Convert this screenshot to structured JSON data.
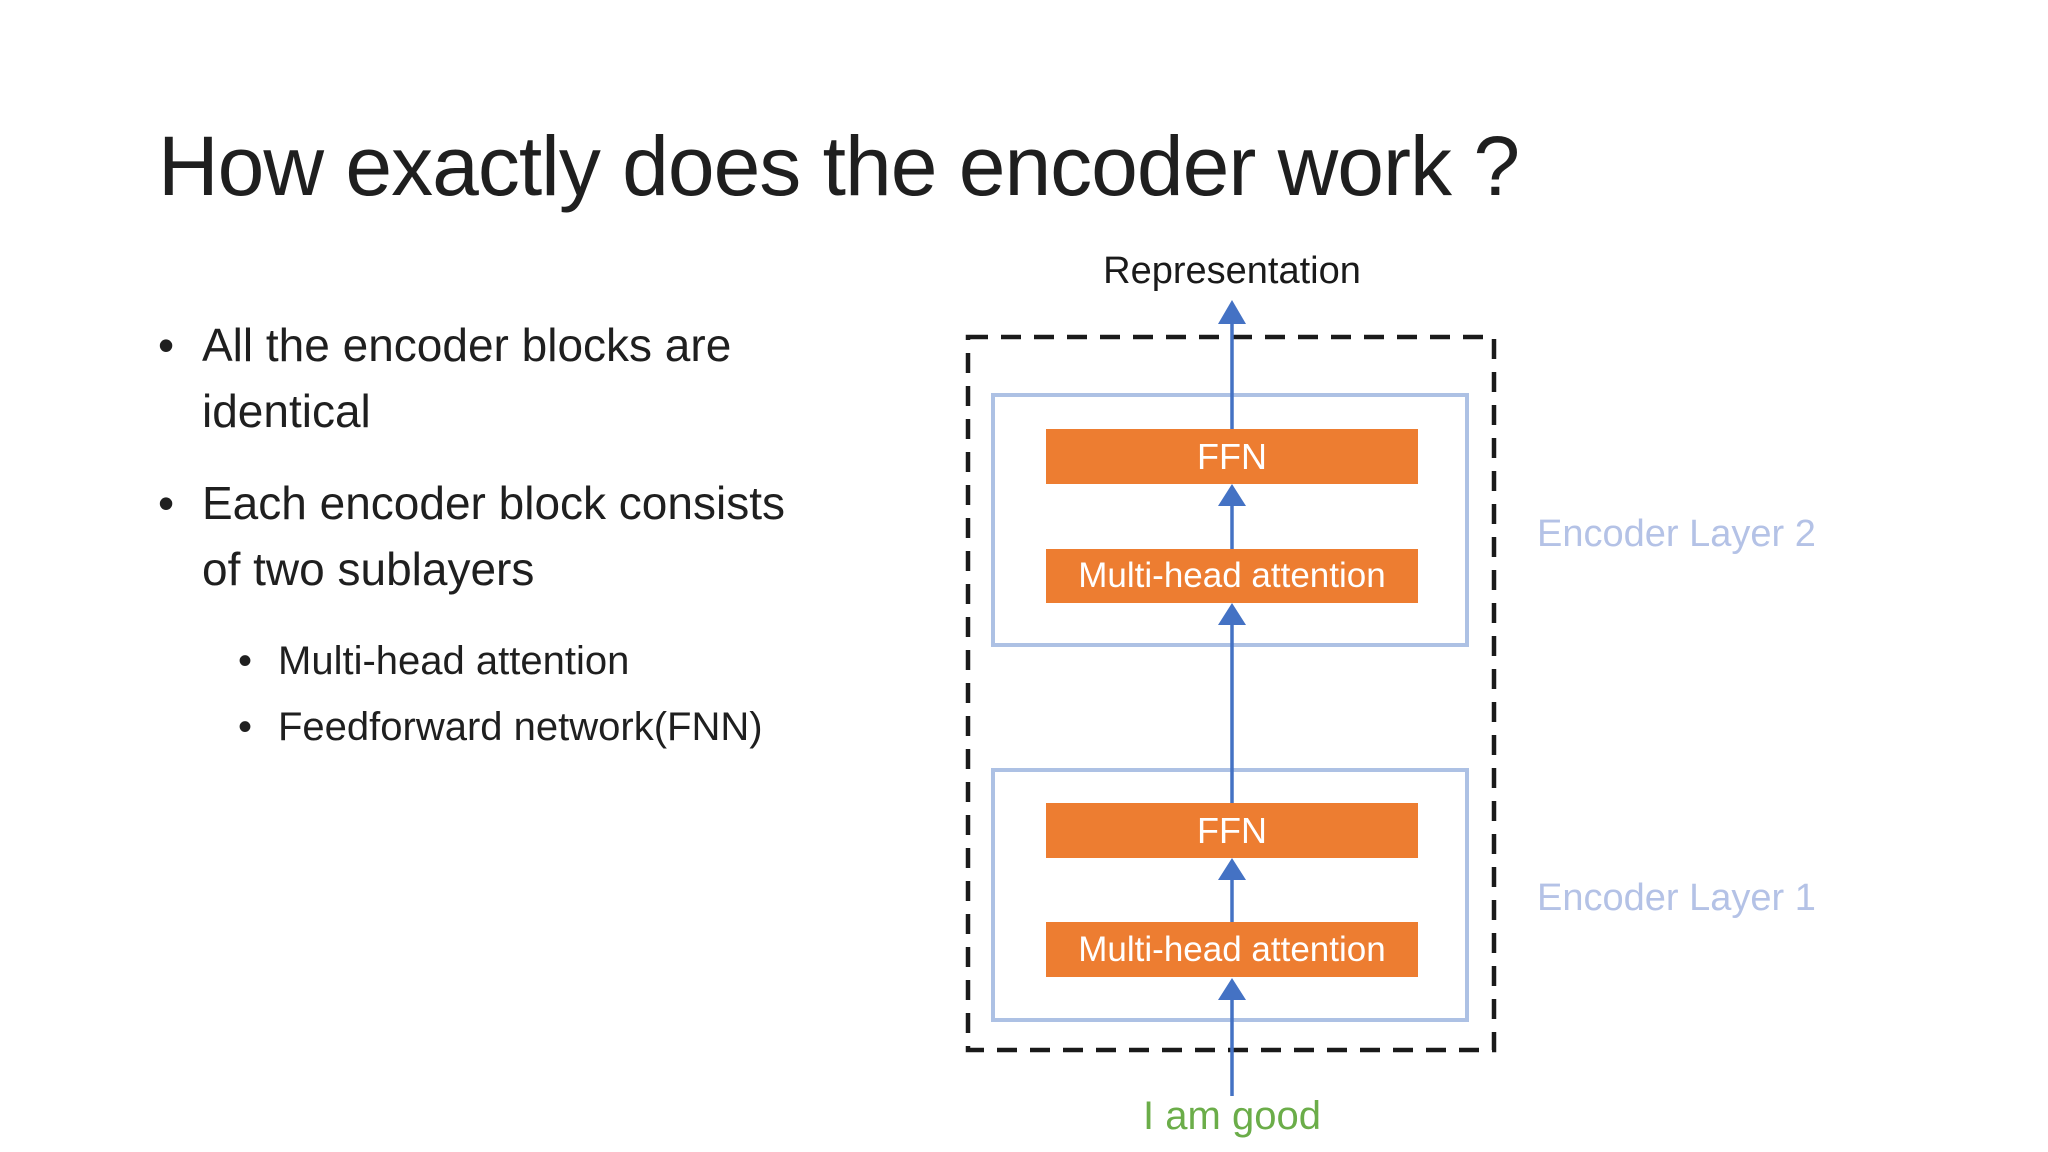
{
  "slide": {
    "title": "How exactly does the encoder work ?"
  },
  "content": {
    "bullet_marker": "•",
    "bullets": [
      {
        "level": 1,
        "lines": [
          "All the encoder blocks are",
          "identical"
        ]
      },
      {
        "level": 1,
        "lines": [
          "Each encoder block consists",
          "of two sublayers"
        ]
      },
      {
        "level": 2,
        "lines": [
          "Multi-head attention"
        ]
      },
      {
        "level": 2,
        "lines": [
          "Feedforward network(FNN)"
        ]
      }
    ]
  },
  "diagram": {
    "output_label": "Representation",
    "input_label": "I am good",
    "layers": [
      {
        "name": "Encoder Layer 1",
        "sublayers": [
          "Multi-head attention",
          "FFN"
        ]
      },
      {
        "name": "Encoder Layer 2",
        "sublayers": [
          "Multi-head attention",
          "FFN"
        ]
      }
    ],
    "colors": {
      "sublayer_fill": "#ED7D31",
      "sublayer_text": "#FFFFFF",
      "arrow": "#4472C4",
      "layer_border": "#ADC1E4",
      "layer_label_text": "#B4C2E6",
      "stack_border": "#1A1A1A",
      "input_text": "#6BAD49",
      "body_text": "#1F1F1F"
    }
  }
}
